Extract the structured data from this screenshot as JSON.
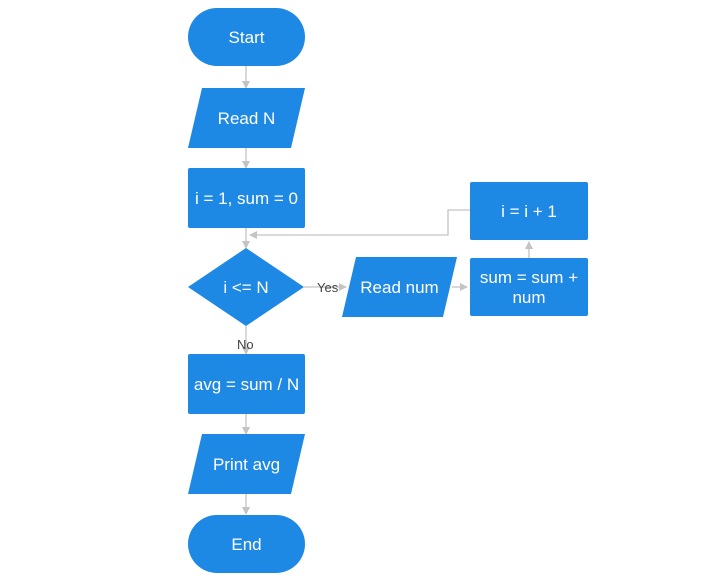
{
  "diagram": {
    "type": "flowchart",
    "colors": {
      "node_fill": "#1e88e5",
      "node_text": "#ffffff",
      "edge": "#c4c4c4",
      "edge_label": "#444444"
    },
    "nodes": {
      "start": {
        "shape": "terminator",
        "label": "Start"
      },
      "read_n": {
        "shape": "input-output",
        "label": "Read N"
      },
      "init": {
        "shape": "process",
        "label": "i = 1, sum = 0"
      },
      "condition": {
        "shape": "decision",
        "label": "i <= N"
      },
      "read_num": {
        "shape": "input-output",
        "label": "Read num"
      },
      "accumulate": {
        "shape": "process",
        "label_line1": "sum = sum +",
        "label_line2": "num"
      },
      "increment": {
        "shape": "process",
        "label": "i = i + 1"
      },
      "average": {
        "shape": "process",
        "label": "avg = sum / N"
      },
      "print": {
        "shape": "input-output",
        "label": "Print avg"
      },
      "end": {
        "shape": "terminator",
        "label": "End"
      }
    },
    "edges": {
      "yes_label": "Yes",
      "no_label": "No"
    }
  }
}
